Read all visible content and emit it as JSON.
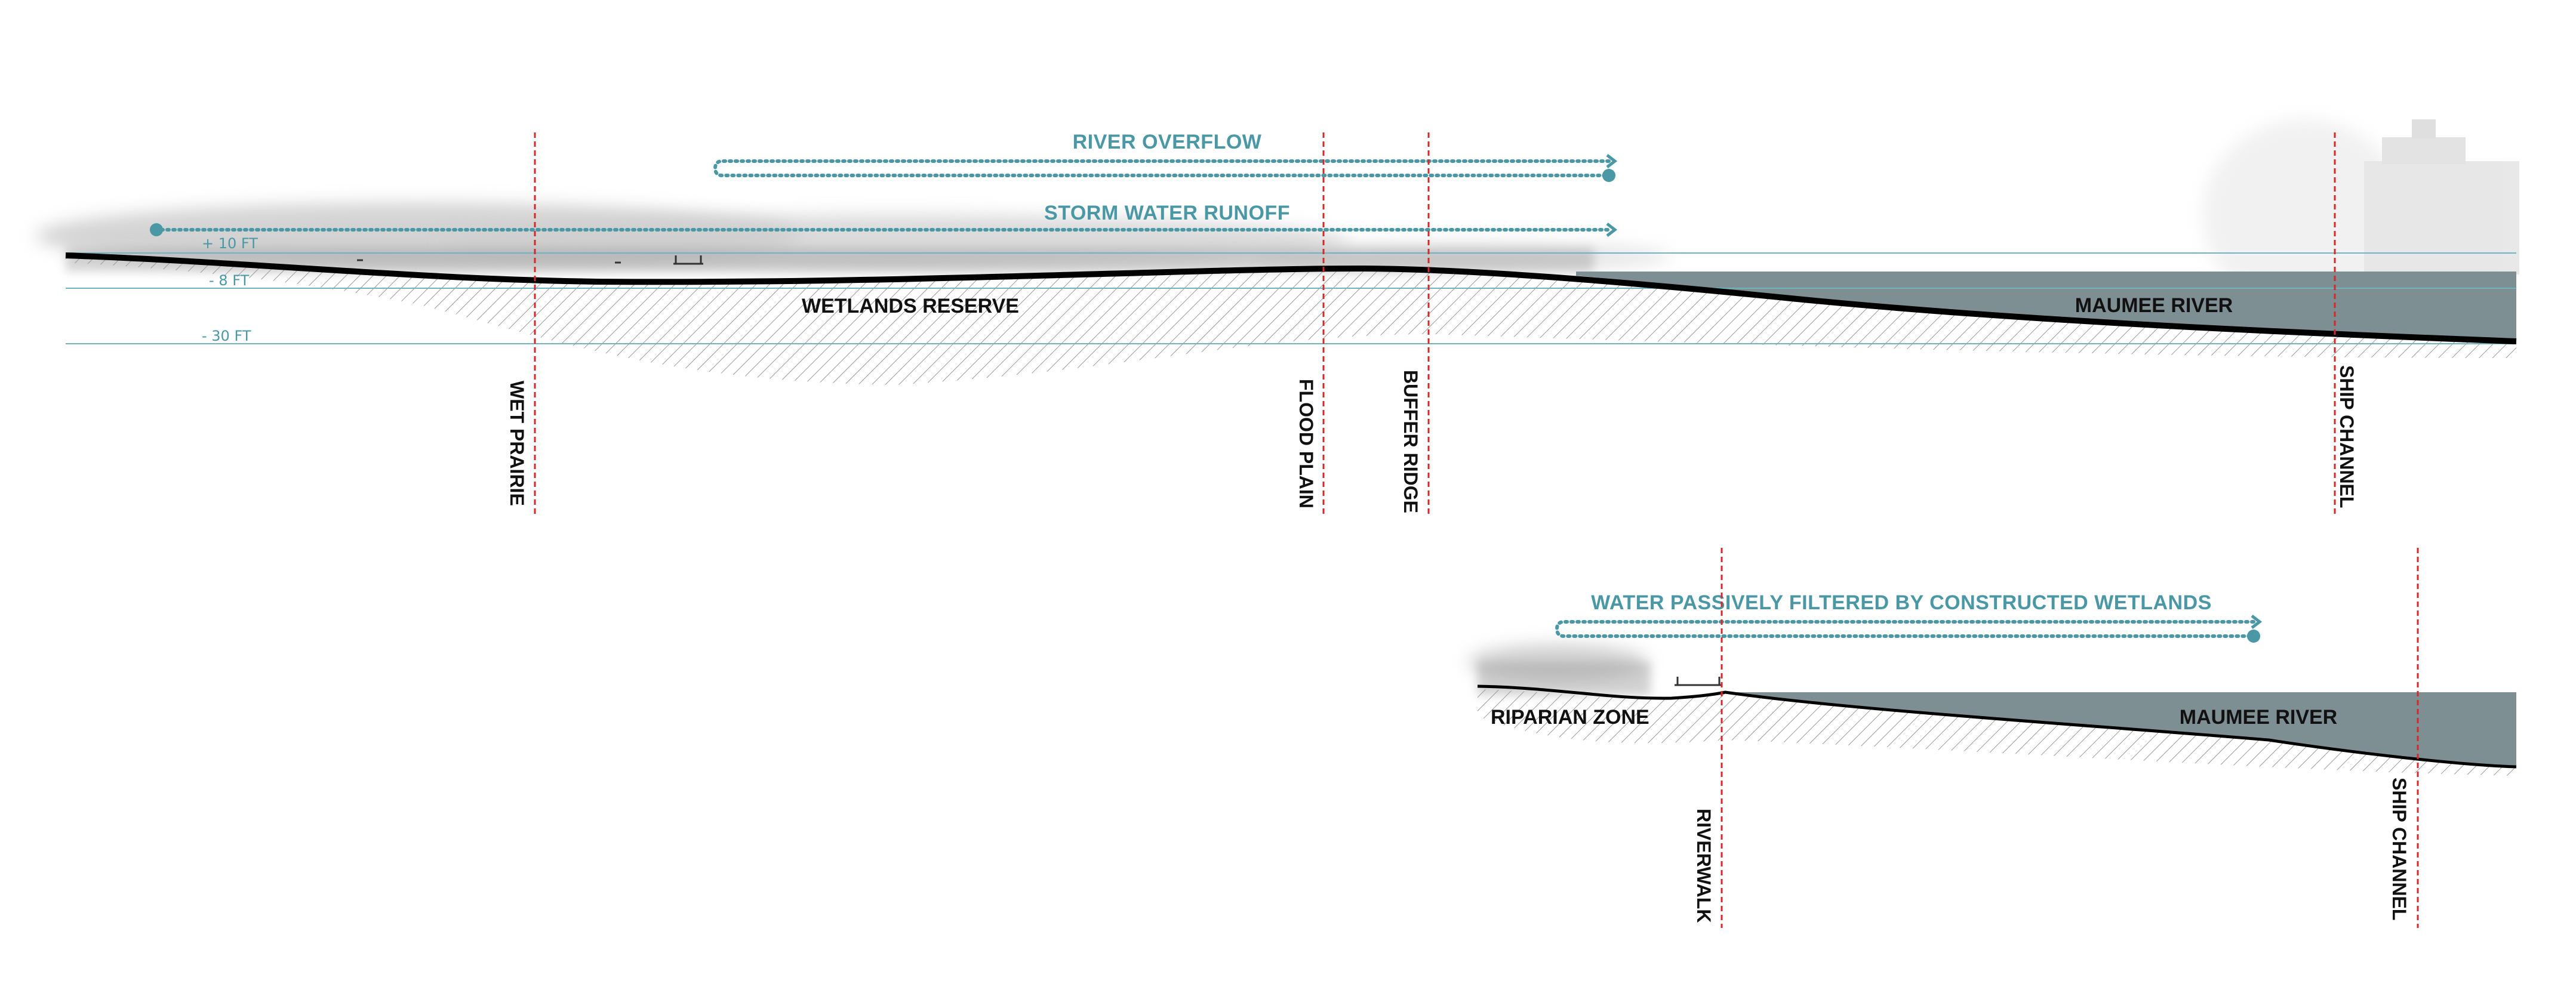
{
  "section_top": {
    "flows": {
      "river_overflow": "RIVER OVERFLOW",
      "storm_water_runoff": "STORM WATER RUNOFF"
    },
    "elevations": {
      "plus_10": "+ 10 FT",
      "minus_8": "- 8 FT",
      "minus_30": "- 30 FT"
    },
    "zones": {
      "wetlands_reserve": "WETLANDS RESERVE",
      "maumee_river": "MAUMEE RIVER"
    },
    "markers": {
      "wet_prairie": "WET PRAIRIE",
      "flood_plain": "FLOOD PLAIN",
      "buffer_ridge": "BUFFER RIDGE",
      "ship_channel": "SHIP CHANNEL"
    }
  },
  "section_bottom": {
    "flows": {
      "filtered": "WATER PASSIVELY FILTERED BY CONSTRUCTED WETLANDS"
    },
    "zones": {
      "riparian_zone": "RIPARIAN ZONE",
      "maumee_river": "MAUMEE RIVER"
    },
    "markers": {
      "riverwalk": "RIVERWALK",
      "ship_channel": "SHIP CHANNEL"
    }
  },
  "colors": {
    "flow_accent": "#4a98a6",
    "marker": "#d22a2a",
    "water": "#7e8f94",
    "ground": "#000000"
  }
}
